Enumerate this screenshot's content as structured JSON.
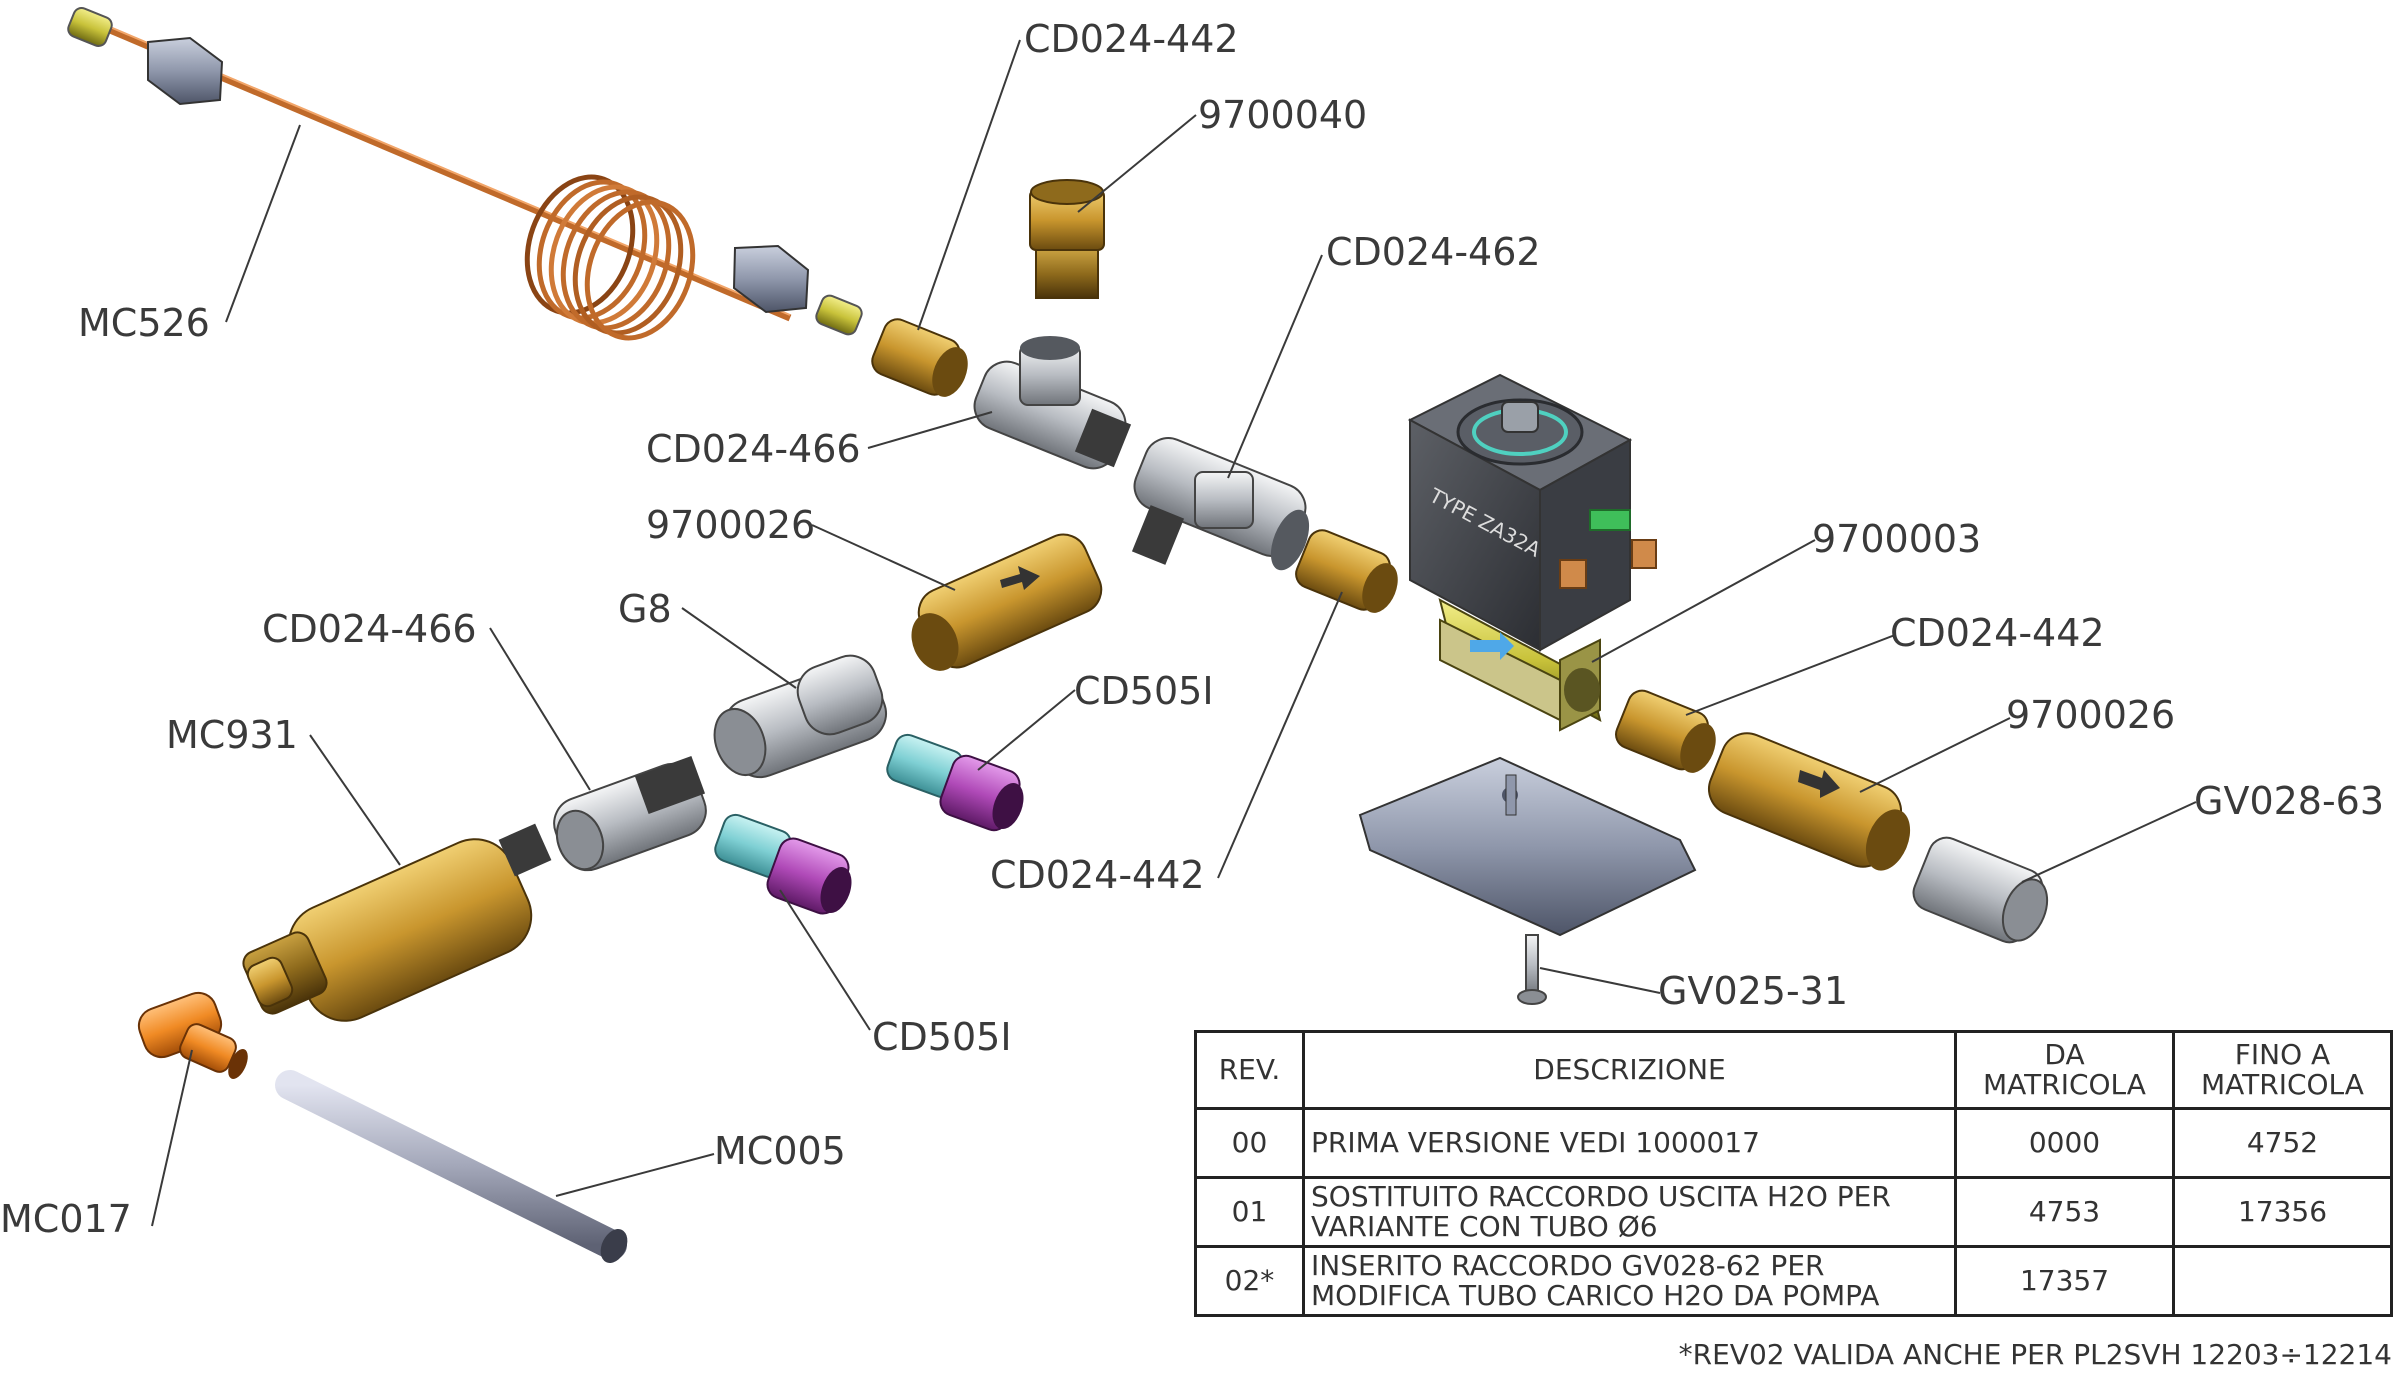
{
  "labels": {
    "mc526": "MC526",
    "cd024_442_top": "CD024-442",
    "n9700040": "9700040",
    "cd024_462": "CD024-462",
    "cd024_466_a": "CD024-466",
    "n9700026_a": "9700026",
    "n9700003": "9700003",
    "cd024_442_right": "CD024-442",
    "n9700026_b": "9700026",
    "gv028_63": "GV028-63",
    "cd024_466_b": "CD024-466",
    "g8": "G8",
    "cd505i_a": "CD505I",
    "mc931": "MC931",
    "cd024_442_mid": "CD024-442",
    "gv025_31": "GV025-31",
    "cd505i_b": "CD505I",
    "mc005": "MC005",
    "mc017": "MC017"
  },
  "valve_text": "TYPE ZA32A",
  "revision_table": {
    "headers": {
      "rev": "REV.",
      "description": "DESCRIZIONE",
      "from_line1": "DA",
      "from_line2": "MATRICOLA",
      "to_line1": "FINO A",
      "to_line2": "MATRICOLA"
    },
    "rows": [
      {
        "rev": "00",
        "desc1": "PRIMA VERSIONE VEDI 1000017",
        "desc2": "",
        "from": "0000",
        "to": "4752"
      },
      {
        "rev": "01",
        "desc1": "SOSTITUITO RACCORDO USCITA H2O PER",
        "desc2": "VARIANTE CON TUBO Ø6",
        "from": "4753",
        "to": "17356"
      },
      {
        "rev": "02*",
        "desc1": "INSERITO RACCORDO GV028-62 PER",
        "desc2": "MODIFICA TUBO CARICO H2O DA POMPA",
        "from": "17357",
        "to": ""
      }
    ]
  },
  "footnote": "*REV02 VALIDA ANCHE PER PL2SVH 12203÷12214",
  "colors": {
    "brass": "#c9962e",
    "copper": "#c06a2a",
    "steel": "#b8bcc2",
    "cyan_fitting": "#7fd0d4",
    "purple_nut": "#b04ab8",
    "orange_elbow": "#f08a24",
    "valve_body": "#4a4e55"
  }
}
